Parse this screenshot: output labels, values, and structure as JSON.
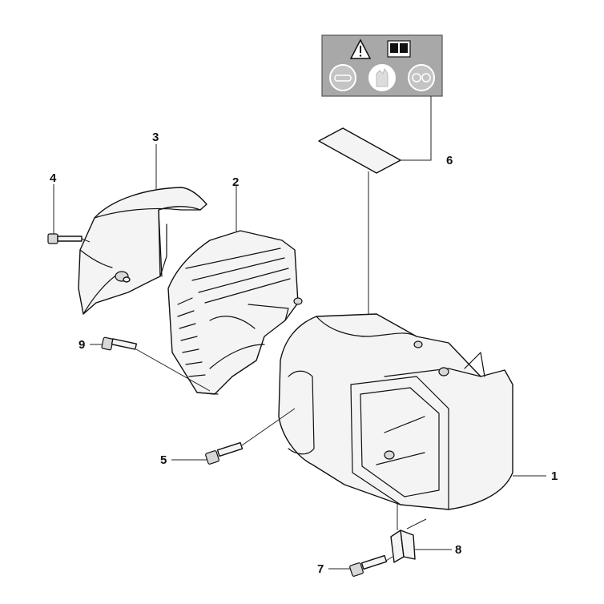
{
  "callouts": {
    "c1": "1",
    "c2": "2",
    "c3": "3",
    "c4": "4",
    "c5": "5",
    "c6": "6",
    "c7": "7",
    "c8": "8",
    "c9": "9"
  },
  "colors": {
    "label_background": "#a8a8a8",
    "line": "#111111",
    "part_fill": "#f4f4f4"
  },
  "icons": [
    "warning-triangle-icon",
    "manual-book-icon",
    "ear-protection-icon",
    "hand-icon",
    "eye-protection-icon"
  ]
}
